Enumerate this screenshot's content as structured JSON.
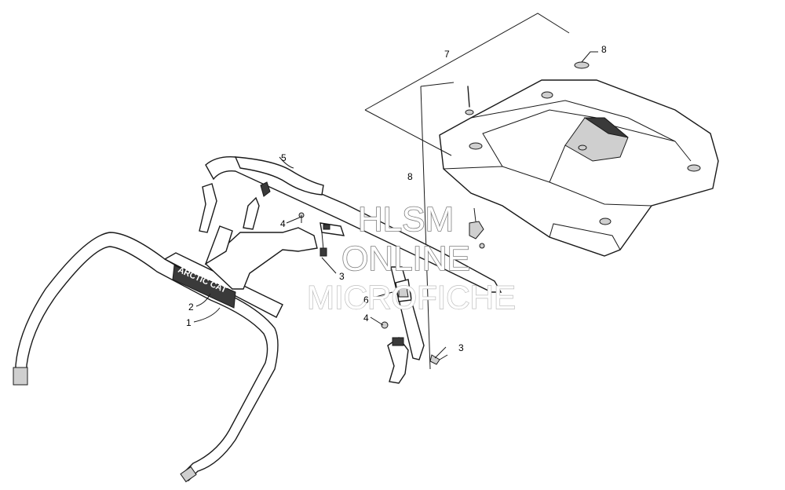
{
  "callouts": [
    {
      "id": "c1",
      "label": "1"
    },
    {
      "id": "c2",
      "label": "2"
    },
    {
      "id": "c3a",
      "label": "3"
    },
    {
      "id": "c3b",
      "label": "3"
    },
    {
      "id": "c4a",
      "label": "4"
    },
    {
      "id": "c4b",
      "label": "4"
    },
    {
      "id": "c5",
      "label": "5"
    },
    {
      "id": "c6",
      "label": "6"
    },
    {
      "id": "c7",
      "label": "7"
    },
    {
      "id": "c8a",
      "label": "8"
    },
    {
      "id": "c8b",
      "label": "8"
    }
  ],
  "brand_logo_text": "ARCTIC CAT",
  "watermark": {
    "line1": "HLSM",
    "line2": "ONLINE",
    "line3": "MICROFICHE"
  },
  "colors": {
    "ink": "#1a1a1a",
    "watermark_outline": "#7d7d7d",
    "background": "#ffffff"
  }
}
